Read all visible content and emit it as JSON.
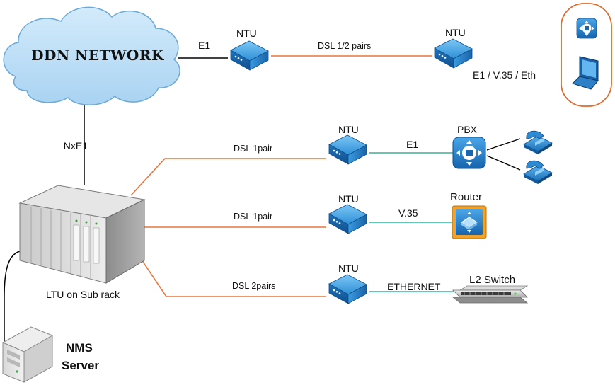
{
  "network": {
    "name": "DDN NETWORK"
  },
  "links": {
    "top_e1": "E1",
    "top_dsl": "DSL 1/2 pairs",
    "trunk": "NxE1",
    "branch1_dsl": "DSL 1pair",
    "branch1_e1": "E1",
    "branch2_dsl": "DSL 1pair",
    "branch2_v35": "V.35",
    "branch3_dsl": "DSL 2pairs",
    "branch3_eth": "ETHERNET"
  },
  "devices": {
    "ntu_label": "NTU",
    "remote_interfaces": "E1 / V.35 / Eth",
    "pbx": "PBX",
    "router": "Router",
    "switch": "L2 Switch",
    "ltu": "LTU on Sub rack",
    "nms_line1": "NMS",
    "nms_line2": "Server"
  },
  "colors": {
    "dsl_link": "#e8743b",
    "lan_link": "#2db59b",
    "trunk_link": "#000000",
    "ntu_body": "#2a8fd6",
    "cloud": "#b9dcf5",
    "highlight_ring": "#e06a2b"
  }
}
